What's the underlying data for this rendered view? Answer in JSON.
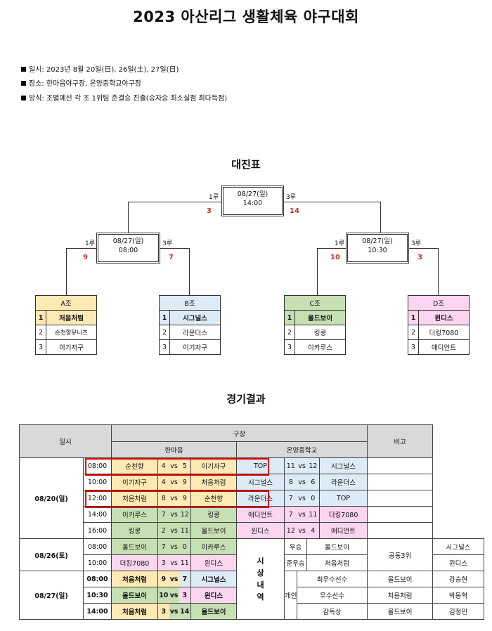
{
  "title": "2023 아산리그 생활체육 야구대회",
  "info": [
    "일시: 2023년 8월 20일(日), 26일(土), 27일(日)",
    "장소: 한마음야구장, 온양중학교야구장",
    "방식: 조별예선 각 조 1위팀 준결승 진출(승자승 최소실점 최다득점)"
  ],
  "bracket_title": "대진표",
  "bracket": {
    "final": {
      "date": "08/27(일)",
      "time": "14:00",
      "left_label": "1루",
      "right_label": "3루",
      "left_score": "3",
      "right_score": "14"
    },
    "semi_left": {
      "date": "08/27(일)",
      "time": "08:00",
      "left_label": "1루",
      "right_label": "3루",
      "left_score": "9",
      "right_score": "7"
    },
    "semi_right": {
      "date": "08/27(일)",
      "time": "10:30",
      "left_label": "1루",
      "right_label": "3루",
      "left_score": "10",
      "right_score": "3"
    }
  },
  "groups": [
    {
      "name": "A조",
      "color": "#fde9b4",
      "rows": [
        [
          "1",
          "처음처럼"
        ],
        [
          "2",
          "순천향유니츠"
        ],
        [
          "3",
          "이기자구"
        ]
      ]
    },
    {
      "name": "B조",
      "color": "#ddebf7",
      "rows": [
        [
          "1",
          "시그널스"
        ],
        [
          "2",
          "라운더스"
        ],
        [
          "3",
          "이기자구"
        ]
      ]
    },
    {
      "name": "C조",
      "color": "#c6e0b4",
      "rows": [
        [
          "1",
          "올드보이"
        ],
        [
          "2",
          "킹콩"
        ],
        [
          "3",
          "이카루스"
        ]
      ]
    },
    {
      "name": "D조",
      "color": "#fcd5f0",
      "rows": [
        [
          "1",
          "윈디스"
        ],
        [
          "2",
          "더킹7080"
        ],
        [
          "3",
          "애디언트"
        ]
      ]
    }
  ],
  "results_title": "경기결과",
  "results": {
    "h_date": "일시",
    "h_venue": "구장",
    "h_note": "비고",
    "venue1": "한마음",
    "venue2": "온양중학교",
    "vs": "vs",
    "d1": "08/20(일)",
    "d2": "08/26(토)",
    "d3": "08/27(일)",
    "r": [
      {
        "time": "08:00",
        "a": "순천향",
        "sa": "4",
        "sb": "5",
        "b": "이기자구",
        "c": "TOP",
        "sc": "11",
        "sd": "12",
        "d": "시그널스"
      },
      {
        "time": "10:00",
        "a": "이기자구",
        "sa": "4",
        "sb": "9",
        "b": "처음처럼",
        "c": "시그널스",
        "sc": "8",
        "sd": "6",
        "d": "라운더스"
      },
      {
        "time": "12:00",
        "a": "처음처럼",
        "sa": "8",
        "sb": "9",
        "b": "순천향",
        "c": "라운더스",
        "sc": "7",
        "sd": "0",
        "d": "TOP"
      },
      {
        "time": "14:00",
        "a": "이카루스",
        "sa": "7",
        "sb": "12",
        "b": "킹콩",
        "c": "애디언트",
        "sc": "7",
        "sd": "11",
        "d": "더킹7080"
      },
      {
        "time": "16:00",
        "a": "킹콩",
        "sa": "2",
        "sb": "11",
        "b": "올드보이",
        "c": "윈디스",
        "sc": "12",
        "sd": "4",
        "d": "애디언트"
      },
      {
        "time": "08:00",
        "a": "올드보이",
        "sa": "7",
        "sb": "0",
        "b": "이카루스"
      },
      {
        "time": "10:00",
        "a": "더킹7080",
        "sa": "3",
        "sb": "11",
        "b": "윈디스"
      },
      {
        "time": "08:00",
        "a": "처음처럼",
        "sa": "9",
        "sb": "7",
        "b": "시그널스"
      },
      {
        "time": "10:30",
        "a": "올드보이",
        "sa": "10",
        "sb": "3",
        "b": "윈디스"
      },
      {
        "time": "14:00",
        "a": "처음처럼",
        "sa": "3",
        "sb": "14",
        "b": "올드보이"
      }
    ],
    "awards_label": "시\n상\n내\n역",
    "win": "우승",
    "win_team": "올드보이",
    "runner": "준우승",
    "runner_team": "처음처럼",
    "third": "공동3위",
    "third_teams": [
      "시그널스",
      "윈디스"
    ],
    "indiv": "개인시상",
    "ind": [
      {
        "award": "최우수선수",
        "team": "올드보이",
        "name": "강승현"
      },
      {
        "award": "우수선수",
        "team": "처음처럼",
        "name": "박동혁"
      },
      {
        "award": "감독상",
        "team": "올드보이",
        "name": "김정민"
      }
    ]
  }
}
